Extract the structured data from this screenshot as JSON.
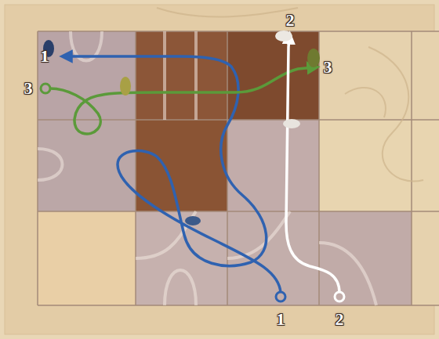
{
  "diagram": {
    "labels": [
      "2",
      "1",
      "3",
      "3",
      "1",
      "2"
    ]
  }
}
